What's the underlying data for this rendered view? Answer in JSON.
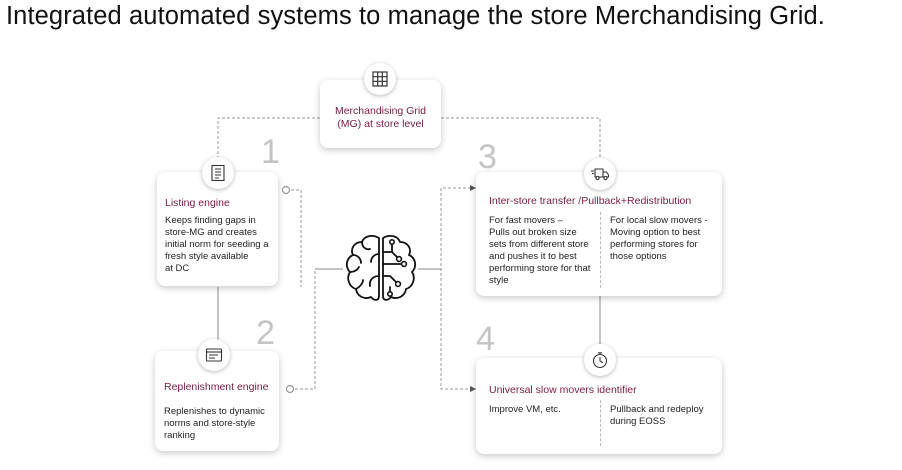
{
  "title": "Integrated automated systems to manage the store Merchandising Grid.",
  "center": {
    "title_line1": "Merchandising Grid",
    "title_line2": "(MG) at store level",
    "icon": "grid-icon"
  },
  "listing": {
    "number": "1",
    "title": "Listing engine",
    "icon": "document-list-icon",
    "lines": [
      "Keeps finding gaps in",
      "store-MG and creates",
      "initial norm for seeding a",
      "fresh style available",
      "at DC"
    ]
  },
  "replenishment": {
    "number": "2",
    "title": "Replenishment engine",
    "icon": "browser-window-icon",
    "lines": [
      "Replenishes to dynamic",
      "norms and store-style",
      "ranking"
    ]
  },
  "transfer": {
    "number": "3",
    "title": "Inter-store transfer /Pullback+Redistribution",
    "icon": "delivery-truck-icon",
    "left_lines": [
      "For fast movers –",
      "Pulls out broken size",
      "sets from different store",
      "and pushes it to best",
      "performing store for that",
      "style"
    ],
    "right_lines": [
      "For local slow movers -",
      "Moving option to best",
      "performing stores for",
      "those options"
    ]
  },
  "slow": {
    "number": "4",
    "title": "Universal slow movers identifier",
    "icon": "stopwatch-icon",
    "left_lines": [
      "Improve VM, etc."
    ],
    "right_lines": [
      "Pullback and redeploy",
      "during EOSS"
    ]
  },
  "hub_icon": "brain-circuit-icon",
  "colors": {
    "accent": "#7a1b44",
    "connector": "#999999",
    "number": "#c4c4c4"
  }
}
